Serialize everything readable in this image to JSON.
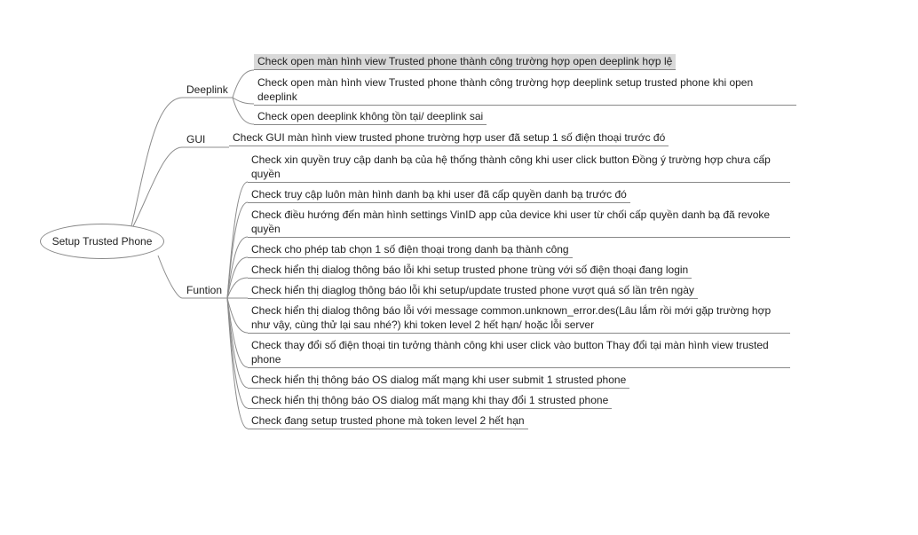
{
  "root": {
    "label": "Setup Trusted Phone"
  },
  "branches": {
    "deeplink": {
      "label": "Deeplink",
      "items": [
        "Check open màn hình view  Trusted phone thành công trường hợp open deeplink hợp lệ",
        "Check open màn hình view  Trusted phone thành công trường hợp deeplink  setup trusted phone  khi open deeplink",
        "Check open deeplink không tồn tại/ deeplink sai"
      ]
    },
    "gui": {
      "label": "GUI",
      "items": [
        "Check GUI màn hình view trusted phone trường hợp user đã setup 1 số điện thoại trước đó"
      ]
    },
    "funtion": {
      "label": "Funtion",
      "items": [
        "Check xin quyền truy cập danh bạ của hệ thống thành công khi user click button Đồng ý trường hợp chưa cấp quyền",
        "Check truy cập luôn màn hình danh bạ khi user đã cấp quyền danh bạ trước đó",
        "Check điều hướng đến màn hình settings VinID app của device khi user từ chối cấp quyền danh bạ đã revoke quyền",
        "Check cho phép tab chọn 1 số điện thoại trong danh bạ thành công",
        "Check hiển thị dialog thông báo lỗi khi setup trusted phone trùng với số điện thoại đang login",
        "Check hiển thị diaglog thông báo lỗi khi setup/update trusted phone vượt quá số lần trên ngày",
        "Check hiển thị dialog thông báo lỗi với message common.unknown_error.des(Lâu lắm rồi mới gặp trường hợp như vậy, cùng thử lại sau nhé?) khi token level 2 hết hạn/ hoặc lỗi server",
        "Check thay đổi số điện thoại tin tưởng thành công khi user click vào button Thay đổi tại màn hình view trusted phone",
        "Check hiển thị thông báo OS dialog mất mạng khi user submit 1 strusted phone",
        "Check hiển thị thông báo OS dialog mất mạng khi thay đổi 1 strusted phone",
        "Check đang setup trusted phone mà token level 2 hết hạn"
      ]
    }
  },
  "colors": {
    "line": "#888888",
    "highlight": "#d9d9d9",
    "text": "#222222"
  }
}
